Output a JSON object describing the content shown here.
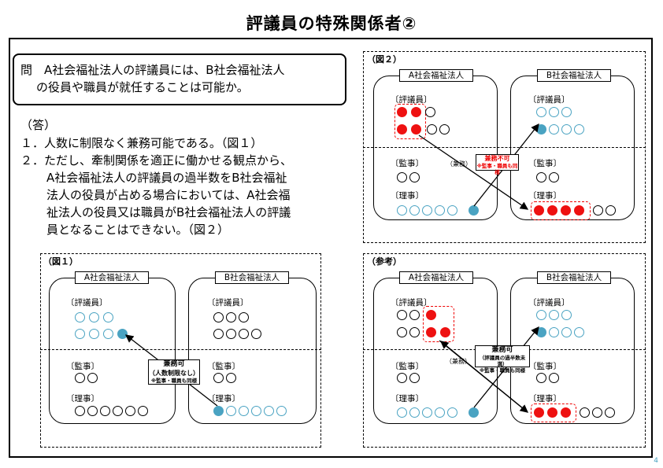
{
  "title": "評議員の特殊関係者②",
  "question": {
    "line1": "問　A社会福祉法人の評議員には、B社会福祉法人",
    "line2": "の役員や職員が就任することは可能か。"
  },
  "answer": {
    "label": "（答）",
    "item1": "１．人数に制限なく兼務可能である。（図１）",
    "item2_l1": "２．ただし、牽制関係を適正に働かせる観点から、",
    "item2_l2": "A社会福祉法人の評議員の過半数をB社会福祉",
    "item2_l3": "法人の役員が占める場合においては、A社会福",
    "item2_l4": "祉法人の役員又は職員がB社会福祉法人の評議",
    "item2_l5": "員となることはできない。（図２）"
  },
  "common": {
    "org_a": "A社会福祉法人",
    "org_b": "B社会福祉法人",
    "hyogiin": "〔評議員〕",
    "kanji": "〔監事〕",
    "riji": "〔理事〕",
    "kenmu": "（兼務）"
  },
  "fig1": {
    "label": "（図１）",
    "note1": "兼務可",
    "note2": "（人数制限なし）",
    "note3": "※監事・職員も同様"
  },
  "fig2": {
    "label": "（図２）",
    "note1": "兼務不可",
    "note2": "※監事・職員も同様"
  },
  "ref": {
    "label": "（参考）",
    "note1": "兼務可",
    "note2": "（評議員の過半数未満）",
    "note3": "※監事・職員も同様"
  },
  "page_number": "4",
  "colors": {
    "blue": "#4aa3c2",
    "red": "#ee1111"
  }
}
